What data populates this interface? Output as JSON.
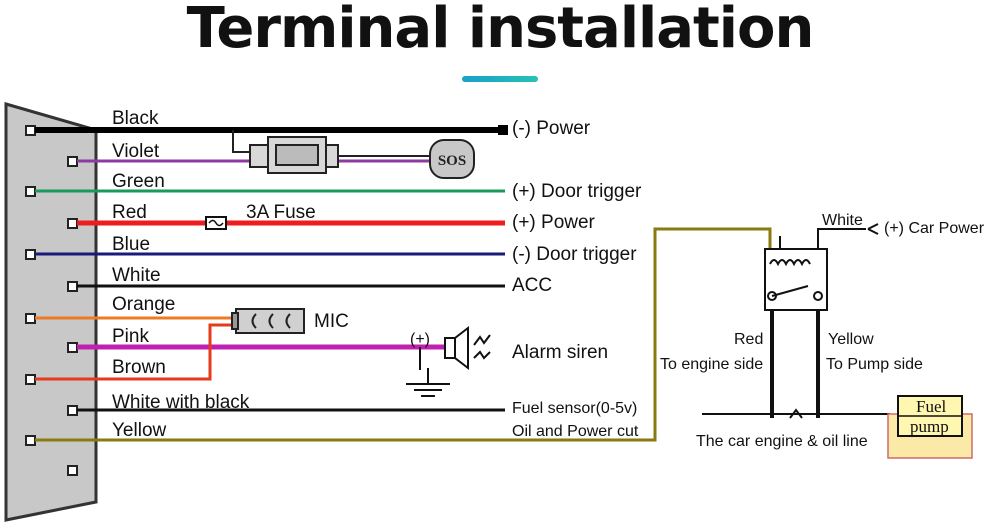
{
  "title": "Terminal installation",
  "wires": [
    {
      "name": "Black",
      "color": "#000000",
      "target": "(-) Power"
    },
    {
      "name": "Violet",
      "color": "#8e3aa0",
      "target": ""
    },
    {
      "name": "Green",
      "color": "#1a9a5a",
      "target": "(+) Door trigger"
    },
    {
      "name": "Red",
      "color": "#ee1c1c",
      "target": "(+) Power"
    },
    {
      "name": "Blue",
      "color": "#1a1a7a",
      "target": "(-) Door trigger"
    },
    {
      "name": "White",
      "color": "#111111",
      "target": "ACC"
    },
    {
      "name": "Orange",
      "color": "#ec7a27",
      "target": ""
    },
    {
      "name": "Pink",
      "color": "#c020b0",
      "target": "Alarm siren"
    },
    {
      "name": "Brown",
      "color": "#e63a1c",
      "target": ""
    },
    {
      "name": "White with black",
      "color": "#111111",
      "target": "Fuel sensor(0-5v)"
    },
    {
      "name": "Yellow",
      "color": "#8a7a12",
      "target": "Oil and Power cut"
    }
  ],
  "components": {
    "sos": "SOS",
    "fuse": "3A Fuse",
    "mic": "MIC",
    "siren_plus": "(+)"
  },
  "relay": {
    "top_wire": "White",
    "car_power": "(+) Car Power",
    "left_wire": "Red",
    "left_side": "To engine side",
    "right_wire": "Yellow",
    "right_side": "To Pump side",
    "engine_line": "The car engine & oil line",
    "fuel": "Fuel",
    "pump": "pump"
  }
}
